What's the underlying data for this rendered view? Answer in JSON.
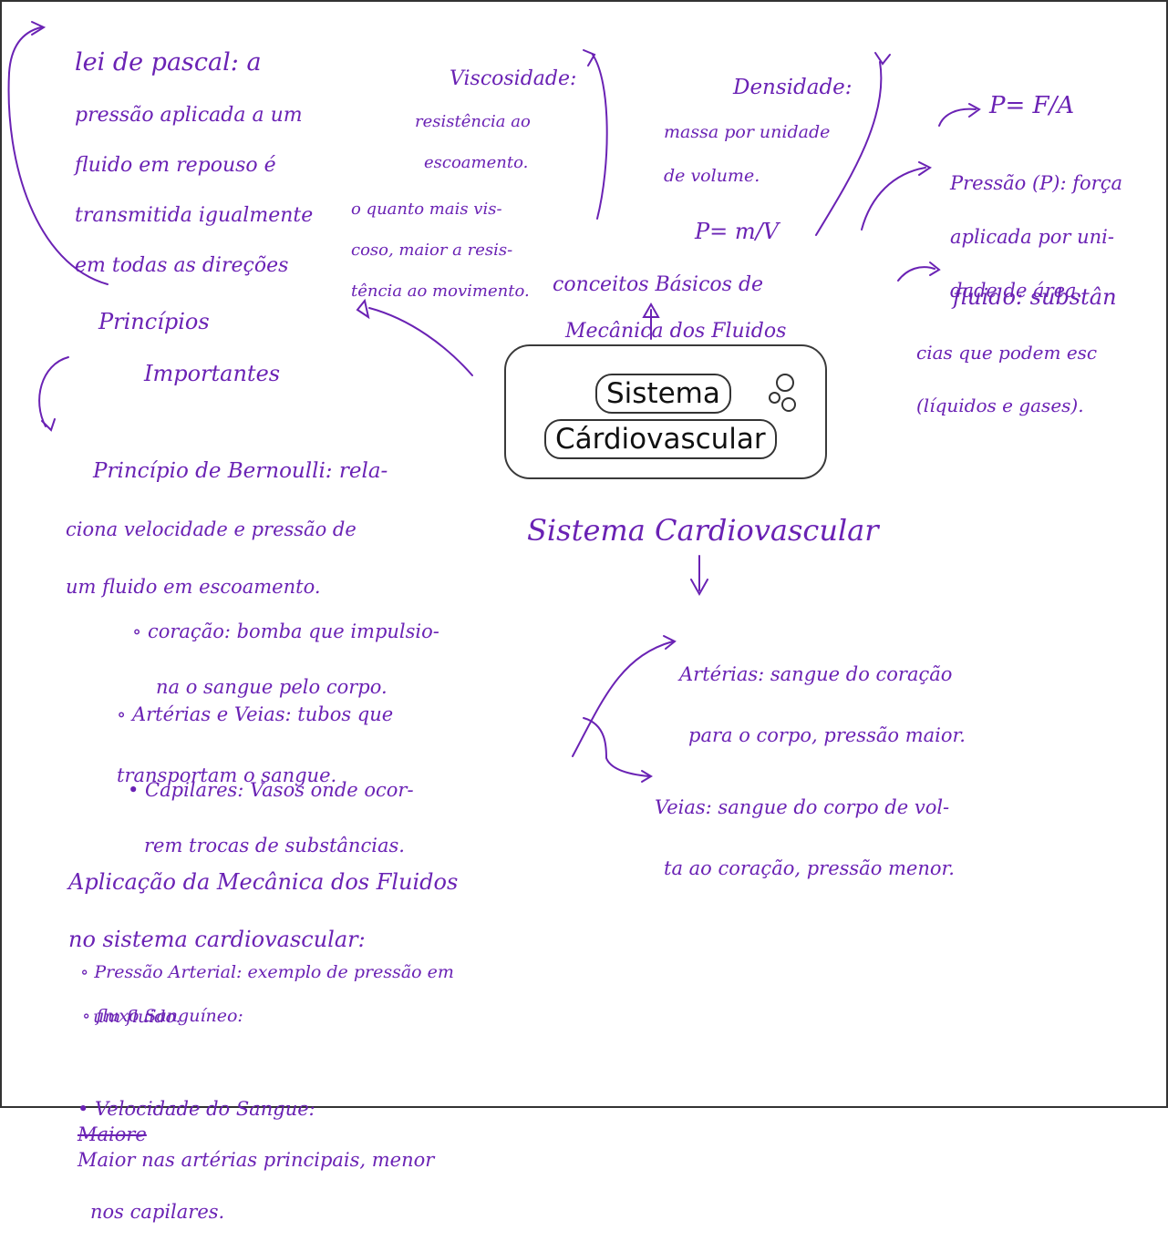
{
  "center": {
    "line1": "Sistema",
    "line2": "Cárdiovascular"
  },
  "notes": {
    "pascal": {
      "line1": "lei de pascal: a",
      "line2": "pressão aplicada a um",
      "line3": "fluido em repouso é",
      "line4": "transmitida igualmente",
      "line5": "em todas as direções"
    },
    "viscosidade": {
      "title": "Viscosidade:",
      "line1": "resistência ao",
      "line2": "escoamento.",
      "line3": "o quanto mais vis-",
      "line4": "coso, maior a resis-",
      "line5": "tência ao movimento."
    },
    "densidade": {
      "title": "Densidade:",
      "line1": "massa por unidade",
      "line2": "de volume.",
      "formula": "P= m/V"
    },
    "pressao_formula": "P= F/A",
    "pressao": {
      "line1": "Pressão (P): força",
      "line2": "aplicada por uni-",
      "line3": "dade de área."
    },
    "fluido": {
      "line1": "fluido: substân",
      "line2": "cias que podem esc",
      "line3": "(líquidos e gases)."
    },
    "conceitos": {
      "line1": "conceitos Básicos de",
      "line2": "Mecânica dos Fluidos"
    },
    "principios": {
      "line1": "Princípios",
      "line2": "Importantes"
    },
    "bernoulli": {
      "line1": "Princípio de Bernoulli: rela-",
      "line2": "ciona velocidade e pressão de",
      "line3": "um fluido em escoamento."
    },
    "sistema_title": "Sistema Cardiovascular",
    "coracao": {
      "line1": "∘ coração: bomba que impulsio-",
      "line2": "na o sangue pelo corpo."
    },
    "arterias_veias": {
      "line1": "∘ Artérias e Veias: tubos que",
      "line2": "transportam o sangue."
    },
    "capilares": {
      "line1": "• Capilares: Vasos onde ocor-",
      "line2": "rem trocas de substâncias."
    },
    "arterias": {
      "line1": "Artérias: sangue do coração",
      "line2": "para o corpo, pressão maior."
    },
    "veias": {
      "line1": "Veias: sangue do corpo de vol-",
      "line2": "ta ao coração, pressão menor."
    },
    "aplicacao": {
      "line1": "Aplicação da Mecânica dos Fluidos",
      "line2": "no sistema cardiovascular:"
    },
    "pressao_arterial": {
      "line1": "∘ Pressão Arterial: exemplo de pressão em",
      "line2": "um fluido."
    },
    "fluxo": "∘ fluxo Sanguíneo:",
    "velocidade": {
      "prefix": "• Velocidade do Sangue:",
      "struck": "Maiore",
      "rest": "Maior nas artérias principais, menor",
      "line2": "nos capilares."
    }
  }
}
